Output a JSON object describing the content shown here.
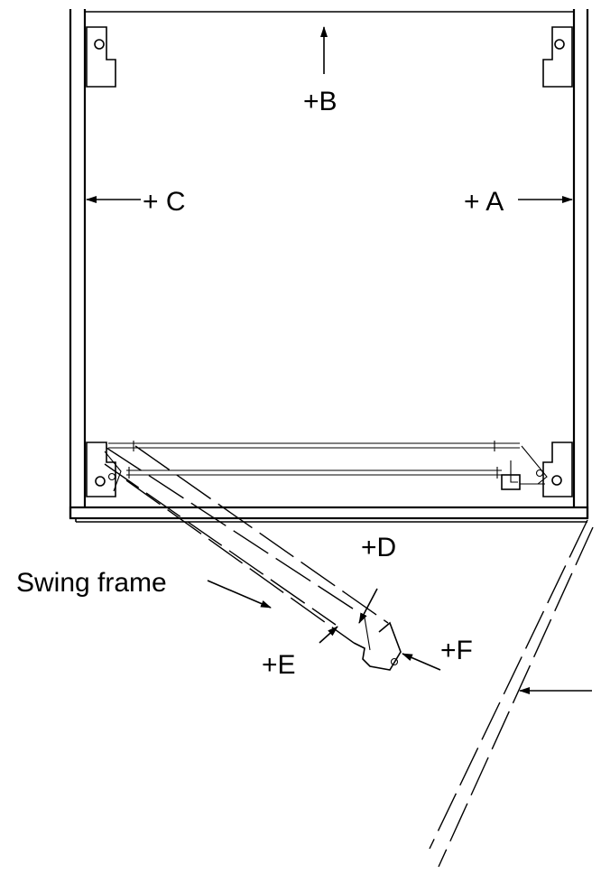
{
  "labels": {
    "a": "+ A",
    "b": "+B",
    "c": "+ C",
    "d": "+D",
    "e": "+E",
    "f": "+F",
    "swing_frame": "Swing frame"
  }
}
